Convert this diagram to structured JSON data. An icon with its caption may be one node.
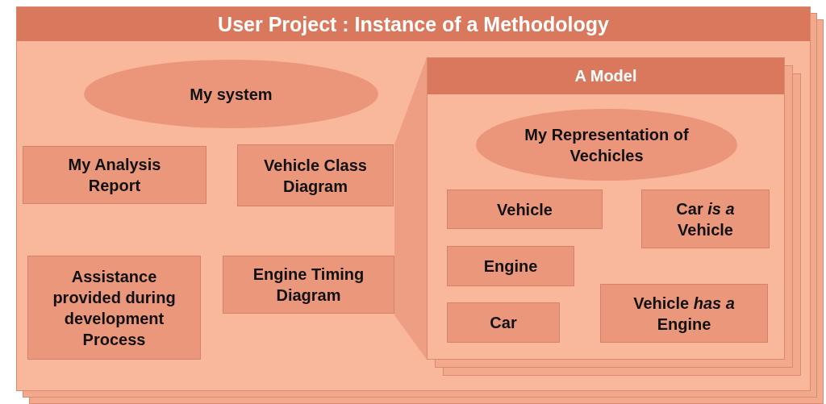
{
  "diagram": {
    "nodes": [
      {
        "text": [
          "User Project : Instance of a Methodology"
        ]
      },
      {
        "text": [
          "My system"
        ],
        "in": 0
      },
      {
        "text": [
          "My Analysis Report"
        ],
        "in": 0
      },
      {
        "text": [
          "Vehicle Class Diagram"
        ],
        "in": 0
      },
      {
        "text": [
          "Assistance provided during development Process"
        ],
        "in": 0
      },
      {
        "text": [
          "Engine Timing Diagram"
        ],
        "in": 0
      },
      {
        "text": [
          "A Model"
        ],
        "in": 0
      },
      {
        "text": [
          "My Representation of Vechicles"
        ],
        "in": 6
      },
      {
        "text": [
          "Vehicle"
        ],
        "in": 6
      },
      {
        "text": [
          "Car *is a* Vehicle"
        ],
        "in": 6
      },
      {
        "text": [
          "Engine"
        ],
        "in": 6
      },
      {
        "text": [
          "Car"
        ],
        "in": 6
      },
      {
        "text": [
          "Vehicle *has a* Engine"
        ],
        "in": 6
      },
      {
        "text": [],
        "shape": "trapezoid",
        "in": 0
      }
    ]
  }
}
